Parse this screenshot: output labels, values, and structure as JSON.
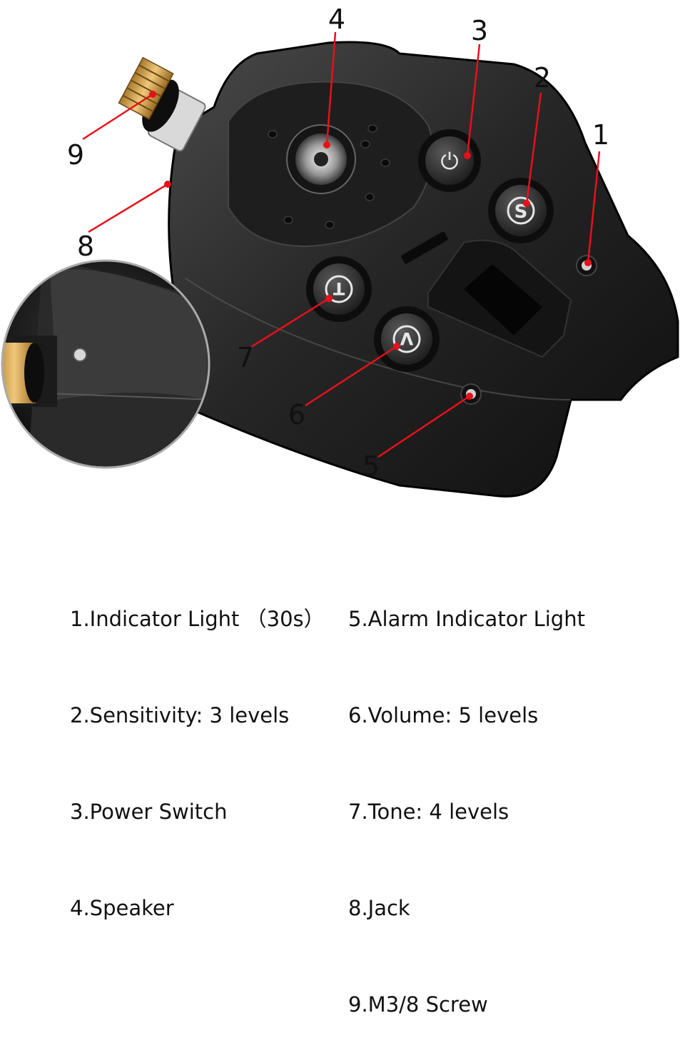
{
  "diagram": {
    "callouts": [
      {
        "id": "1",
        "label": "1"
      },
      {
        "id": "2",
        "label": "2"
      },
      {
        "id": "3",
        "label": "3"
      },
      {
        "id": "4",
        "label": "4"
      },
      {
        "id": "5",
        "label": "5"
      },
      {
        "id": "6",
        "label": "6"
      },
      {
        "id": "7",
        "label": "7"
      },
      {
        "id": "8",
        "label": "8"
      },
      {
        "id": "9",
        "label": "9"
      }
    ],
    "button_glyphs": {
      "power": "⏻",
      "sensitivity": "S",
      "tone": "T",
      "volume": "V"
    },
    "accent_color": "#e8101a"
  },
  "legend": {
    "left": [
      "1.Indicator Light （30s）",
      "2.Sensitivity: 3 levels",
      "3.Power Switch",
      "4.Speaker"
    ],
    "right": [
      "5.Alarm Indicator Light",
      "6.Volume: 5 levels",
      "7.Tone: 4 levels",
      "8.Jack",
      "9.M3/8 Screw"
    ]
  }
}
